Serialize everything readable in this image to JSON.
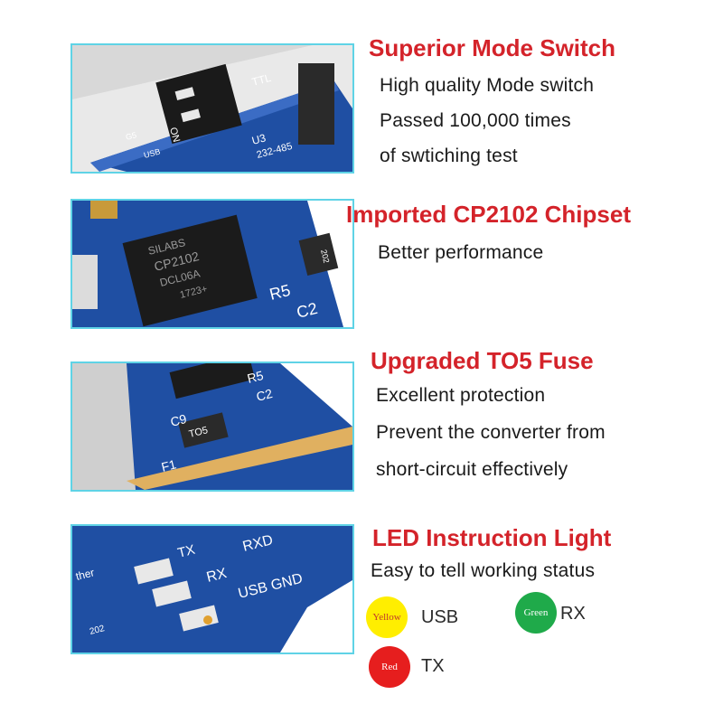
{
  "sections": [
    {
      "title": "Superior Mode Switch",
      "lines": [
        "High quality Mode switch",
        "Passed 100,000 times",
        "of swtiching test"
      ]
    },
    {
      "title": "Imported CP2102 Chipset",
      "lines": [
        "Better performance"
      ]
    },
    {
      "title": "Upgraded TO5 Fuse",
      "lines": [
        "Excellent protection",
        "Prevent the converter from",
        "short-circuit effectively"
      ]
    },
    {
      "title": "LED Instruction Light",
      "lines": [
        "Easy to tell working status"
      ]
    }
  ],
  "legend": [
    {
      "dot_label": "Yellow",
      "name": "USB",
      "color": "#ffee00",
      "text_color": "#c0392b"
    },
    {
      "dot_label": "Green",
      "name": "RX",
      "color": "#1faa4a",
      "text_color": "#ffffff"
    },
    {
      "dot_label": "Red",
      "name": "TX",
      "color": "#e61e1e",
      "text_color": "#ffffff"
    }
  ],
  "board_labels": {
    "p1": [
      "TTL",
      "ON",
      "U3",
      "232-485",
      "G5",
      "USB"
    ],
    "p2": [
      "SILABS",
      "CP2102",
      "DCL06A",
      "1723+",
      "R5",
      "C2",
      "202"
    ],
    "p3": [
      "R5",
      "C2",
      "C9",
      "TO5",
      "F1"
    ],
    "p4": [
      "TX",
      "RXD",
      "RX",
      "USB GND",
      "202",
      "ther"
    ]
  },
  "colors": {
    "title": "#d4232a",
    "pcb": "#1f4fa3",
    "frame": "#5fd3e6"
  }
}
